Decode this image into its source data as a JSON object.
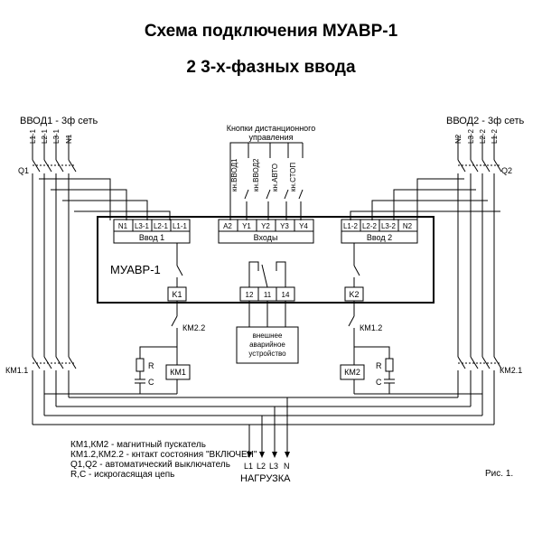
{
  "title": "Схема подключения МУАВР-1",
  "subtitle": "2 3-х-фазных ввода",
  "input1": {
    "label": "ВВОД1 - 3ф сеть",
    "breaker": "Q1",
    "contact": "КМ1.1",
    "wires": [
      "L1-1",
      "L2-1",
      "L3-1",
      "N1"
    ]
  },
  "input2": {
    "label": "ВВОД2 - 3ф сеть",
    "breaker": "Q2",
    "contact": "КМ2.1",
    "wires": [
      "N2",
      "L3-2",
      "L2-2",
      "L1-2"
    ]
  },
  "remote": {
    "label_line1": "Кнопки дистанционного",
    "label_line2": "управления",
    "buttons": [
      "кн.ВВОД1",
      "кн.ВВОД2",
      "кн.АВТО",
      "кн.СТОП"
    ]
  },
  "device": {
    "name": "МУАВР-1",
    "vvod1": {
      "label": "Ввод 1",
      "terminals": [
        "N1",
        "L3-1",
        "L2-1",
        "L1-1"
      ]
    },
    "inputs": {
      "label": "Входы",
      "terminals": [
        "A2",
        "Y1",
        "Y2",
        "Y3",
        "Y4"
      ]
    },
    "vvod2": {
      "label": "Ввод 2",
      "terminals": [
        "L1-2",
        "L2-2",
        "L3-2",
        "N2"
      ]
    },
    "k1": "K1",
    "k2": "K2",
    "alarm_terminals": [
      "12",
      "11",
      "14"
    ]
  },
  "external": {
    "line1": "внешнее",
    "line2": "аварийное",
    "line3": "устройство"
  },
  "left_circuit": {
    "aux_contact": "КМ2.2",
    "coil": "КМ1",
    "r": "R",
    "c": "C"
  },
  "right_circuit": {
    "aux_contact": "КМ1.2",
    "coil": "КМ2",
    "r": "R",
    "c": "C"
  },
  "load": {
    "label": "НАГРУЗКА",
    "wires": [
      "L1",
      "L2",
      "L3",
      "N"
    ]
  },
  "legend": [
    "КМ1,КМ2 - магнитный пускатель",
    "КМ1.2,КМ2.2 - кнтакт состояния \"ВКЛЮЧЕН\"",
    "Q1,Q2 - автоматический выключатель",
    "R,C - искрогасящая цепь"
  ],
  "figure_caption": "Рис. 1."
}
